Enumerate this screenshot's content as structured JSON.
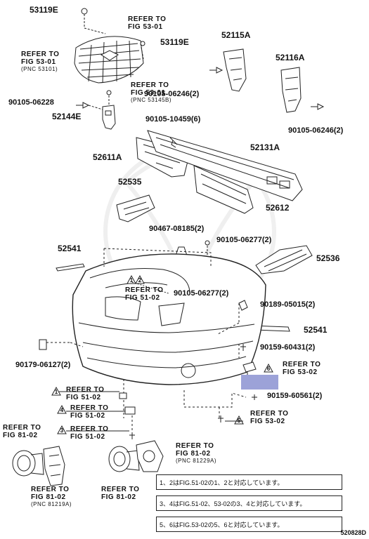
{
  "labels": {
    "p53119e_a": "53119E",
    "p53119e_b": "53119E",
    "p52115a": "52115A",
    "p52116a": "52116A",
    "p90105_06228": "90105-06228",
    "p52144e": "52144E",
    "p90105_06246_a": "90105-06246(2)",
    "p90105_06246_b": "90105-06246(2)",
    "p90105_10459": "90105-10459(6)",
    "p52611a": "52611A",
    "p52131a": "52131A",
    "p52535": "52535",
    "p52612": "52612",
    "p90467_08185": "90467-08185(2)",
    "p90105_06277_a": "90105-06277(2)",
    "p90105_06277_b": "90105-06277(2)",
    "p52536": "52536",
    "p52541_a": "52541",
    "p52541_b": "52541",
    "p90189_05015": "90189-05015(2)",
    "p90159_60431": "90159-60431(2)",
    "p90179_06127": "90179-06127(2)",
    "p90159_60561": "90159-60561(2)"
  },
  "refs": {
    "r53_01_top_line1": "REFER TO",
    "r53_01_top_line2": "FIG 53-01",
    "r53_01_left_line1": "REFER TO",
    "r53_01_left_line2": "FIG 53-01",
    "r53_01_left_pnc": "(PNC 53101)",
    "r53_01_mid_line1": "REFER TO",
    "r53_01_mid_line2": "FIG 53-01",
    "r53_01_mid_pnc": "(PNC 53145B)",
    "r51_02_a_line1": "REFER TO",
    "r51_02_a_line2": "FIG 51-02",
    "r53_02_a_line1": "REFER TO",
    "r53_02_a_line2": "FIG 53-02",
    "r51_02_b_line1": "REFER TO",
    "r51_02_b_line2": "FIG 51-02",
    "r51_02_c_line1": "REFER TO",
    "r51_02_c_line2": "FIG 51-02",
    "r51_02_d_line1": "REFER TO",
    "r51_02_d_line2": "FIG 51-02",
    "r53_02_b_line1": "REFER TO",
    "r53_02_b_line2": "FIG 53-02",
    "r81_02_left_line1": "REFER TO",
    "r81_02_left_line2": "FIG 81-02",
    "r81_02_right_line1": "REFER TO",
    "r81_02_right_line2": "FIG 81-02",
    "r81_02_right_pnc": "(PNC 81229A)",
    "r81_02_bl_line1": "REFER TO",
    "r81_02_bl_line2": "FIG 81-02",
    "r81_02_bl_pnc": "(PNC 81219A)",
    "r81_02_bm_line1": "REFER TO",
    "r81_02_bm_line2": "FIG 81-02"
  },
  "tri_nums": {
    "t1": "1",
    "t2": "2",
    "t3": "3",
    "t4": "4",
    "t5": "5",
    "t6": "6"
  },
  "notes": {
    "n1": "1、2はFIG.51-02の1、2と対応しています。",
    "n2": "3、4はFIG.51-02、53-02の3、4と対応しています。",
    "n3": "5、6はFIG.53-02の5、6と対応しています。"
  },
  "diagram_code": "520828D"
}
